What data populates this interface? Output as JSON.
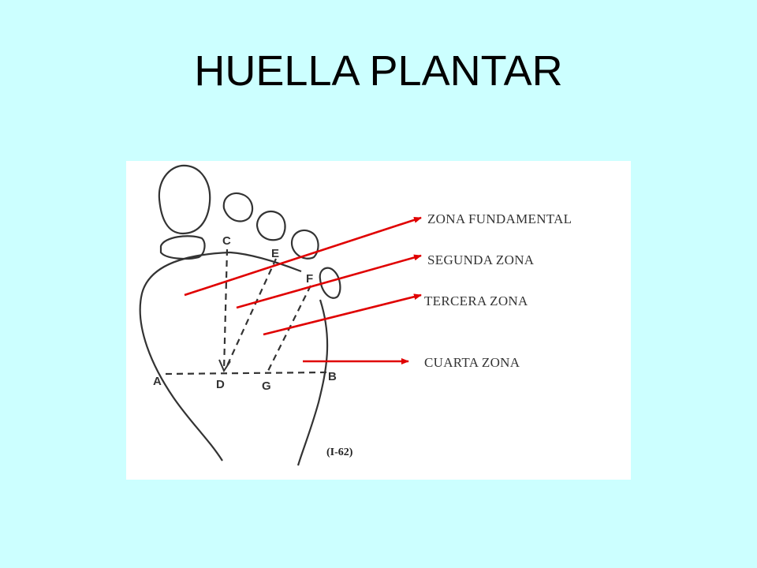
{
  "title": "HUELLA PLANTAR",
  "colors": {
    "background": "#ccffff",
    "arrow": "#e00000",
    "sketch": "#333333"
  },
  "zones": [
    "ZONA FUNDAMENTAL",
    "SEGUNDA ZONA",
    "TERCERA ZONA",
    "CUARTA ZONA"
  ],
  "points": {
    "a": "A",
    "b": "B",
    "c": "C",
    "d": "D",
    "e": "E",
    "f": "F",
    "g": "G"
  },
  "figure_ref": "(I-62)"
}
